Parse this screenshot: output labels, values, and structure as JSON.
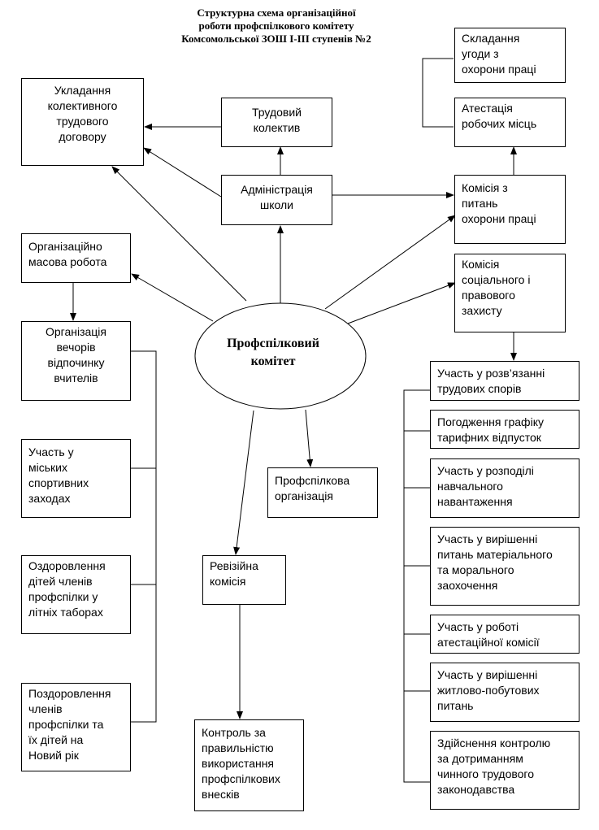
{
  "title": {
    "line1": "Структурна схема організаційної",
    "line2": "роботи профспілкового комітету",
    "line3": "Комсомольської ЗОШ І-ІІІ ступенів №2"
  },
  "center_node": "Профспілковий\nкомітет",
  "nodes": {
    "collective_agreement": "Укладання\nколективного\nтрудового\nдоговору",
    "labor_collective": "Трудовий\nколектив",
    "school_administration": "Адміністрація\nшколи",
    "labor_safety_agreement": "Складання\nугоди з\nохорони праці",
    "workplace_certification": "Атестація\nробочих місць",
    "labor_safety_commission": "Комісія з\nпитань\nохорони праці",
    "social_legal_commission": "Комісія\nсоціального і\nправового\nзахисту",
    "org_mass_work": "Організаційно\nмасова робота",
    "teacher_leisure_evenings": "Організація\nвечорів\nвідпочинку\nвчителів",
    "city_sports_events": "Участь у\nміських\nспортивних\nзаходах",
    "summer_camps": "Оздоровлення\nдітей членів\nпрофспілки у\nлітніх таборах",
    "new_year": "Поздоровлення\nчленів\nпрофспілки та\nїх дітей на\nНовий рік",
    "union_organization": "Профспілкова\nорганізація",
    "audit_commission": "Ревізійна\nкомісія",
    "dues_control": "Контроль за\nправильністю\nвикористання\nпрофспілкових\nвнесків",
    "labor_disputes": "Участь у розв’язанні\nтрудових спорів",
    "vacation_schedule": "Погодження графіку\nтарифних відпусток",
    "workload_distribution": "Участь у розподілі\nнавчального\nнавантаження",
    "incentives": "Участь у вирішенні\nпитань матеріального\nта морального\nзаохочення",
    "attestation_commission": "Участь у роботі\nатестаційної комісії",
    "housing_issues": "Участь у вирішенні\nжитлово-побутових\nпитань",
    "labor_law_control": "Здійснення контролю\nза дотриманням\nчинного трудового\nзаконодавства"
  }
}
